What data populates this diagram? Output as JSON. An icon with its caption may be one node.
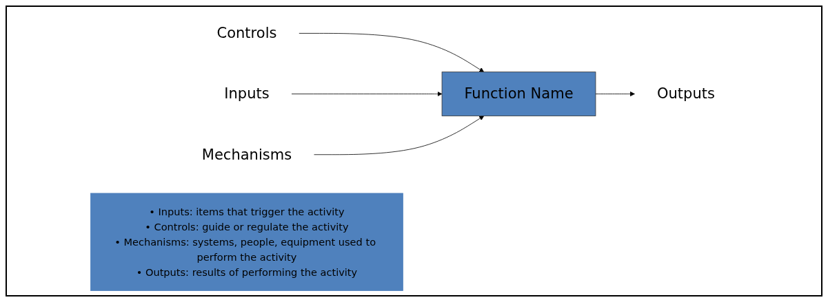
{
  "diagram": {
    "nodes": [
      {
        "text": [
          "Controls"
        ]
      },
      {
        "text": [
          "Inputs"
        ]
      },
      {
        "text": [
          "Function Name"
        ]
      },
      {
        "text": [
          "Outputs"
        ]
      },
      {
        "text": [
          "Mechanisms"
        ]
      },
      {
        "text": [
          "• Inputs: items that trigger the activity",
          "• Controls: guide or regulate the activity",
          "• Mechanisms: systems, people, equipment used to perform the activity",
          "• Outputs: results of performing the activity"
        ]
      }
    ],
    "edges": [
      {
        "from": 0,
        "to": 2,
        "arrow": "to"
      },
      {
        "from": 1,
        "to": 2,
        "arrow": "to"
      },
      {
        "from": 2,
        "to": 3,
        "arrow": "to"
      },
      {
        "from": 4,
        "to": 2,
        "arrow": "to"
      }
    ]
  }
}
